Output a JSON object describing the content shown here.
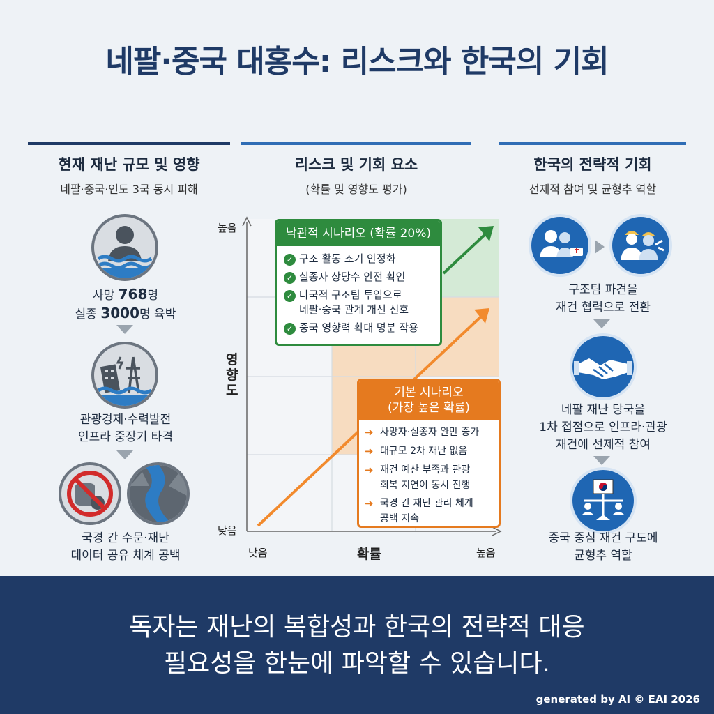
{
  "title": "네팔·중국 대홍수: 리스크와 한국의 기회",
  "left": {
    "heading": "현재 재난 규모 및 영향",
    "subheading": "네팔·중국·인도 3국 동시 피해",
    "steps": [
      {
        "icon": "flood-victim-icon",
        "line1_pre": "사망 ",
        "line1_num": "768",
        "line1_post": "명",
        "line2_pre": "실종 ",
        "line2_num": "3000",
        "line2_post": "명 육박"
      },
      {
        "icon": "damaged-infrastructure-icon",
        "line1": "관광경제·수력발전",
        "line2": "인프라 중장기 타격"
      },
      {
        "icons": [
          "no-data-sharing-icon",
          "river-valley-icon"
        ],
        "line1": "국경 간 수문·재난",
        "line2": "데이터 공유 체계 공백"
      }
    ]
  },
  "middle": {
    "heading": "리스크 및 기회 요소",
    "subheading": "(확률 및 영향도 평가)",
    "y_axis": {
      "label": "영향도",
      "high": "높음",
      "low": "낮음"
    },
    "x_axis": {
      "label": "확률",
      "high": "높음",
      "low": "낮음"
    },
    "optimistic": {
      "title": "낙관적 시나리오 (확률 20%)",
      "items": [
        "구조 활동 조기 안정화",
        "실종자 상당수 안전 확인",
        "다국적 구조팀 투입으로",
        "네팔·중국 관계 개선 신호",
        "중국 영향력 확대 명분 작용"
      ]
    },
    "base": {
      "title1": "기본 시나리오",
      "title2": "(가장 높은 확률)",
      "items": [
        "사망자·실종자 완만 증가",
        "대규모 2차 재난 없음",
        "재건 예산 부족과 관광",
        "회복 지연이 동시 진행",
        "국경 간 재난 관리 체계",
        "공백 지속"
      ]
    }
  },
  "right": {
    "heading": "한국의 전략적 기회",
    "subheading": "선제적 참여 및 균형추 역할",
    "steps": [
      {
        "icons": [
          "rescue-team-icon",
          "reconstruction-workers-icon"
        ],
        "line1": "구조팀 파견을",
        "line2": "재건 협력으로 전환"
      },
      {
        "icon": "handshake-icon",
        "line1": "네팔 재난 당국을",
        "line2": "1차 접점으로 인프라·관광",
        "line3": "재건에 선제적 참여"
      },
      {
        "icon": "korea-balance-icon",
        "line1": "중국 중심 재건 구도에",
        "line2": "균형추 역할"
      }
    ]
  },
  "footer": {
    "line1": "독자는 재난의 복합성과 한국의 전략적 대응",
    "line2": "필요성을 한눈에 파악할 수 있습니다.",
    "credit": "generated by AI © EAI 2026"
  },
  "colors": {
    "navy": "#1f3a66",
    "green": "#2e8b3e",
    "orange": "#e57a1f",
    "blue": "#1f66b3"
  }
}
